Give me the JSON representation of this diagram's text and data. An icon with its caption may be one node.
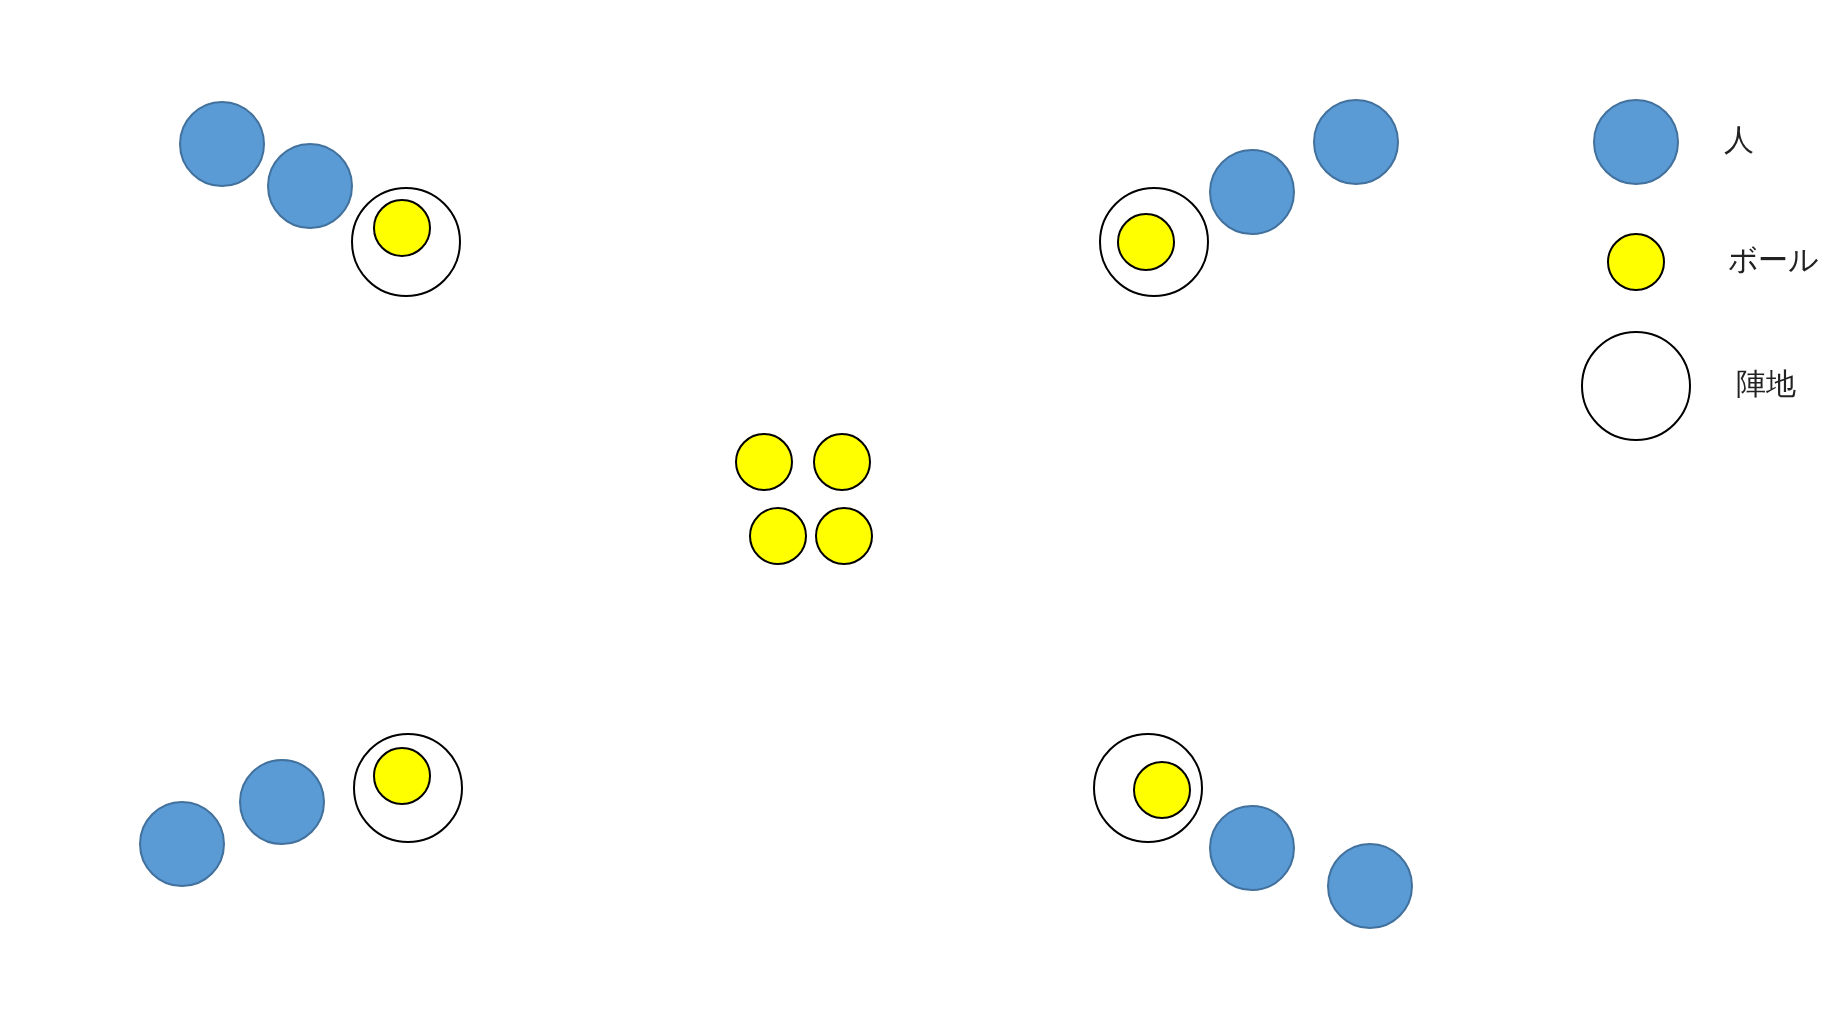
{
  "diagram": {
    "legend": [
      {
        "text": "人",
        "color": "#5b9bd5"
      },
      {
        "text": "ボール",
        "color": "#ffff00"
      },
      {
        "text": "陣地",
        "color": "#ffffff"
      }
    ]
  }
}
